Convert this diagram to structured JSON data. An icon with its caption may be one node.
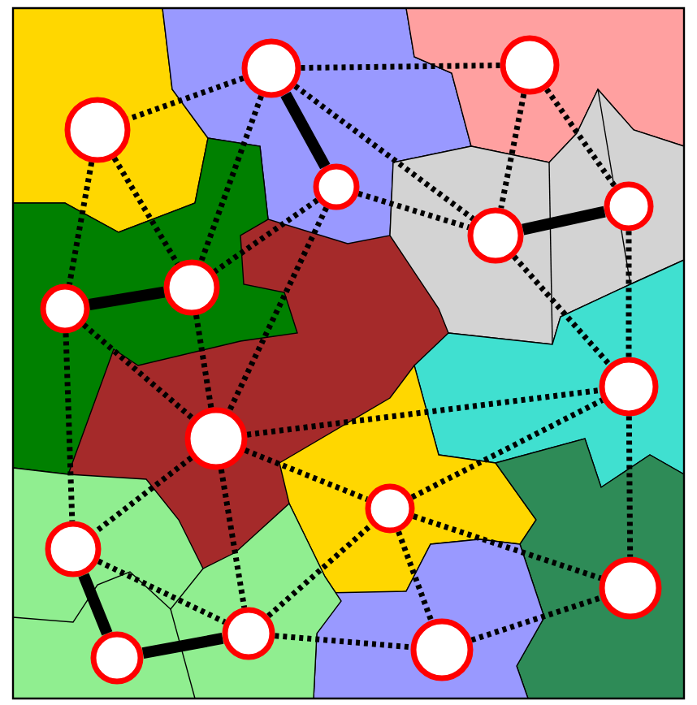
{
  "diagram": {
    "nodes": [
      {
        "text": [],
        "shape": "circle"
      },
      {
        "text": [],
        "shape": "circle"
      },
      {
        "text": [],
        "shape": "circle"
      },
      {
        "text": [],
        "shape": "circle"
      },
      {
        "text": [],
        "shape": "circle"
      },
      {
        "text": [],
        "shape": "circle"
      },
      {
        "text": [],
        "shape": "circle"
      },
      {
        "text": [],
        "shape": "circle"
      },
      {
        "text": [],
        "shape": "circle"
      },
      {
        "text": [],
        "shape": "circle"
      },
      {
        "text": [],
        "shape": "circle"
      },
      {
        "text": [],
        "shape": "circle"
      },
      {
        "text": [],
        "shape": "circle"
      },
      {
        "text": [],
        "shape": "circle"
      },
      {
        "text": [],
        "shape": "circle"
      },
      {
        "text": [],
        "shape": "circle"
      }
    ],
    "edges": [
      {
        "from": 0,
        "to": 1,
        "arrow": "none",
        "style": "dashed"
      },
      {
        "from": 0,
        "to": 2,
        "arrow": "none",
        "style": "dashed"
      },
      {
        "from": 0,
        "to": 3,
        "arrow": "none",
        "style": "thick"
      },
      {
        "from": 0,
        "to": 6,
        "arrow": "none",
        "style": "dashed"
      },
      {
        "from": 0,
        "to": 4,
        "arrow": "none",
        "style": "dashed"
      },
      {
        "from": 3,
        "to": 4,
        "arrow": "none",
        "style": "dashed"
      },
      {
        "from": 1,
        "to": 4,
        "arrow": "none",
        "style": "dashed"
      },
      {
        "from": 1,
        "to": 5,
        "arrow": "none",
        "style": "dashed"
      },
      {
        "from": 4,
        "to": 5,
        "arrow": "none",
        "style": "thick"
      },
      {
        "from": 2,
        "to": 6,
        "arrow": "none",
        "style": "dashed"
      },
      {
        "from": 2,
        "to": 7,
        "arrow": "none",
        "style": "dashed"
      },
      {
        "from": 7,
        "to": 6,
        "arrow": "none",
        "style": "thick"
      },
      {
        "from": 3,
        "to": 6,
        "arrow": "none",
        "style": "dashed"
      },
      {
        "from": 3,
        "to": 9,
        "arrow": "none",
        "style": "dashed"
      },
      {
        "from": 6,
        "to": 9,
        "arrow": "none",
        "style": "dashed"
      },
      {
        "from": 7,
        "to": 9,
        "arrow": "none",
        "style": "dashed"
      },
      {
        "from": 7,
        "to": 11,
        "arrow": "none",
        "style": "dashed"
      },
      {
        "from": 4,
        "to": 8,
        "arrow": "none",
        "style": "dashed"
      },
      {
        "from": 5,
        "to": 8,
        "arrow": "none",
        "style": "dashed"
      },
      {
        "from": 9,
        "to": 8,
        "arrow": "none",
        "style": "dashed"
      },
      {
        "from": 10,
        "to": 8,
        "arrow": "none",
        "style": "dashed"
      },
      {
        "from": 9,
        "to": 10,
        "arrow": "none",
        "style": "dashed"
      },
      {
        "from": 9,
        "to": 11,
        "arrow": "none",
        "style": "dashed"
      },
      {
        "from": 9,
        "to": 13,
        "arrow": "none",
        "style": "dashed"
      },
      {
        "from": 10,
        "to": 12,
        "arrow": "none",
        "style": "dashed"
      },
      {
        "from": 10,
        "to": 14,
        "arrow": "none",
        "style": "dashed"
      },
      {
        "from": 13,
        "to": 10,
        "arrow": "none",
        "style": "dashed"
      },
      {
        "from": 8,
        "to": 12,
        "arrow": "none",
        "style": "dashed"
      },
      {
        "from": 14,
        "to": 12,
        "arrow": "none",
        "style": "dashed"
      },
      {
        "from": 11,
        "to": 13,
        "arrow": "none",
        "style": "dashed"
      },
      {
        "from": 11,
        "to": 15,
        "arrow": "none",
        "style": "thick"
      },
      {
        "from": 15,
        "to": 13,
        "arrow": "none",
        "style": "thick"
      },
      {
        "from": 13,
        "to": 14,
        "arrow": "none",
        "style": "dashed"
      }
    ]
  }
}
